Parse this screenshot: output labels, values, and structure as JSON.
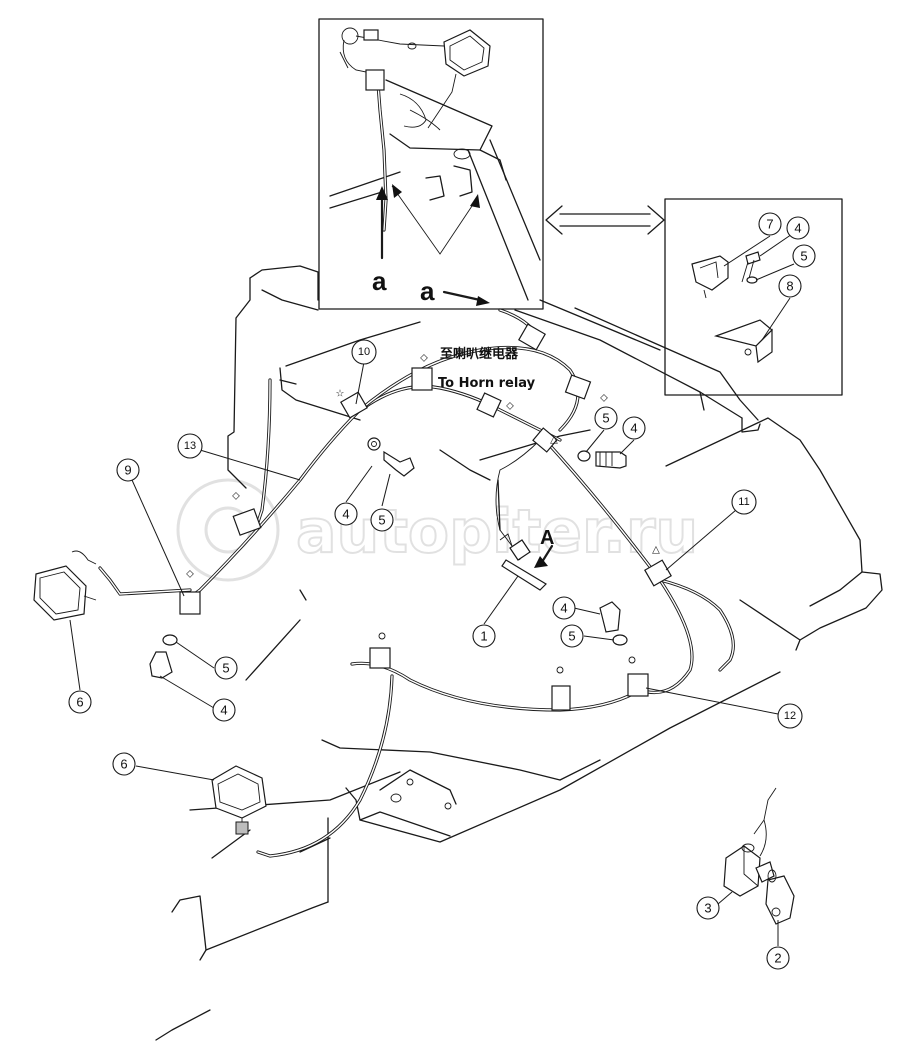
{
  "labels": {
    "view_a_inset": "a",
    "view_a_main": "a",
    "view_A": "A",
    "note_cn": "至喇叭继电器",
    "note_en": "To Horn relay",
    "watermark": "autopiter.ru"
  },
  "symbols": {
    "diamond": "◇",
    "triangle": "△",
    "star": "☆"
  },
  "callouts": [
    {
      "id": "c1",
      "number": "1"
    },
    {
      "id": "c2",
      "number": "2"
    },
    {
      "id": "c3",
      "number": "3"
    },
    {
      "id": "c4a",
      "number": "4"
    },
    {
      "id": "c4b",
      "number": "4"
    },
    {
      "id": "c4c",
      "number": "4"
    },
    {
      "id": "c4d",
      "number": "4"
    },
    {
      "id": "c4e",
      "number": "4"
    },
    {
      "id": "c5a",
      "number": "5"
    },
    {
      "id": "c5b",
      "number": "5"
    },
    {
      "id": "c5c",
      "number": "5"
    },
    {
      "id": "c5d",
      "number": "5"
    },
    {
      "id": "c5e",
      "number": "5"
    },
    {
      "id": "c6a",
      "number": "6"
    },
    {
      "id": "c6b",
      "number": "6"
    },
    {
      "id": "c7",
      "number": "7"
    },
    {
      "id": "c8",
      "number": "8"
    },
    {
      "id": "c9",
      "number": "9"
    },
    {
      "id": "c10",
      "number": "10"
    },
    {
      "id": "c11",
      "number": "11"
    },
    {
      "id": "c12",
      "number": "12"
    },
    {
      "id": "c13",
      "number": "13"
    }
  ]
}
